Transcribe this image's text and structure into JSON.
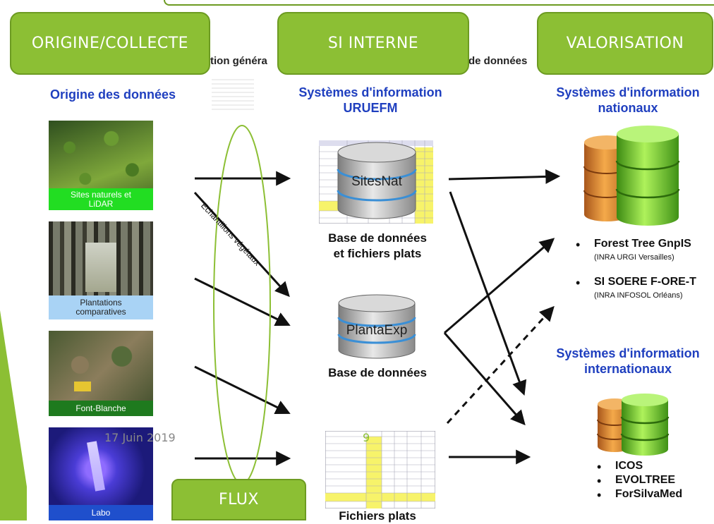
{
  "header_buttons": {
    "origin": "ORIGINE/COLLECTE",
    "si_interne": "SI INTERNE",
    "valorisation": "VALORISATION",
    "flux": "FLUX"
  },
  "obscured_title": {
    "part1": "tion généra",
    "part2": "de données"
  },
  "columns": {
    "origin_title": "Origine des données",
    "si_title_line1": "Systèmes d'information",
    "si_title_line2": "URUEFM",
    "national_title_line1": "Systèmes d'information",
    "national_title_line2": "nationaux",
    "international_title_line1": "Systèmes d'information",
    "international_title_line2": "internationaux"
  },
  "sources": [
    {
      "label_line1": "Sites naturels et",
      "label_line2": "LiDAR",
      "label_color": "#22dd22"
    },
    {
      "label_line1": "Plantations",
      "label_line2": "comparatives",
      "label_color": "#a9d3f5"
    },
    {
      "label_line1": "Font-Blanche",
      "label_line2": "",
      "label_color": "#1e7a1e"
    },
    {
      "label_line1": "Labo",
      "label_line2": "",
      "label_color": "#1f4fcc"
    }
  ],
  "databases": {
    "sitesnat": "SitesNat",
    "sitesnat_caption_line1": "Base de données",
    "sitesnat_caption_line2": "et fichiers plats",
    "plantaexp": "PlantaExp",
    "plantaexp_caption": "Base de données",
    "flat_caption": "Fichiers plats"
  },
  "arrow_label": "Echantillons végétaux",
  "national_systems": [
    {
      "name": "Forest Tree GnpIS",
      "detail": "(INRA URGI Versailles)"
    },
    {
      "name": "SI SOERE F-ORE-T",
      "detail": "(INRA INFOSOL Orléans)"
    }
  ],
  "international_systems": [
    "ICOS",
    "EVOLTREE",
    "ForSilvaMed"
  ],
  "footer": {
    "date": "17 Juin 2019",
    "page": "9"
  },
  "colors": {
    "accent_green": "#8cbf34",
    "heading_blue": "#1f3fbf"
  }
}
